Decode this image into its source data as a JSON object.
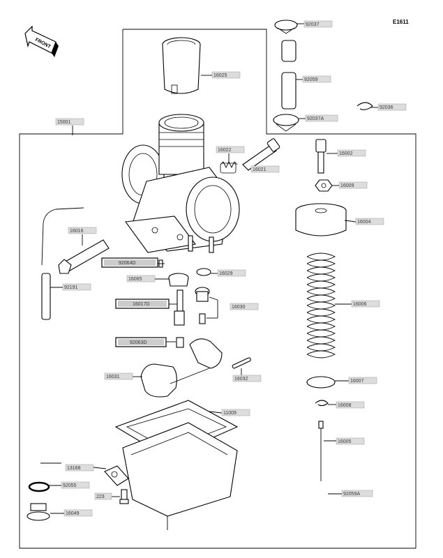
{
  "diagram_code": "E1611",
  "front_label": "FRONT",
  "labels": [
    {
      "id": "92037",
      "text": "92037"
    },
    {
      "id": "16025",
      "text": "16025"
    },
    {
      "id": "92059",
      "text": "92059"
    },
    {
      "id": "92037A",
      "text": "92037A"
    },
    {
      "id": "92036",
      "text": "92036"
    },
    {
      "id": "15001",
      "text": "15001"
    },
    {
      "id": "16022",
      "text": "16022"
    },
    {
      "id": "16021",
      "text": "16021"
    },
    {
      "id": "16002",
      "text": "16002"
    },
    {
      "id": "16009",
      "text": "16009"
    },
    {
      "id": "16004",
      "text": "16004"
    },
    {
      "id": "16016",
      "text": "16016"
    },
    {
      "id": "92064D",
      "text": "92064D"
    },
    {
      "id": "16029",
      "text": "16029"
    },
    {
      "id": "16065",
      "text": "16065"
    },
    {
      "id": "92191",
      "text": "92191"
    },
    {
      "id": "16017D",
      "text": "16017D"
    },
    {
      "id": "16030",
      "text": "16030"
    },
    {
      "id": "16006",
      "text": "16006"
    },
    {
      "id": "92063D",
      "text": "92063D"
    },
    {
      "id": "16031",
      "text": "16031"
    },
    {
      "id": "16032",
      "text": "16032"
    },
    {
      "id": "16007",
      "text": "16007"
    },
    {
      "id": "11009",
      "text": "11009"
    },
    {
      "id": "16008",
      "text": "16008"
    },
    {
      "id": "13168",
      "text": "13168"
    },
    {
      "id": "16005",
      "text": "16005"
    },
    {
      "id": "92055",
      "text": "92055"
    },
    {
      "id": "223",
      "text": "223"
    },
    {
      "id": "92059A",
      "text": "92059A"
    },
    {
      "id": "16049",
      "text": "16049"
    }
  ]
}
